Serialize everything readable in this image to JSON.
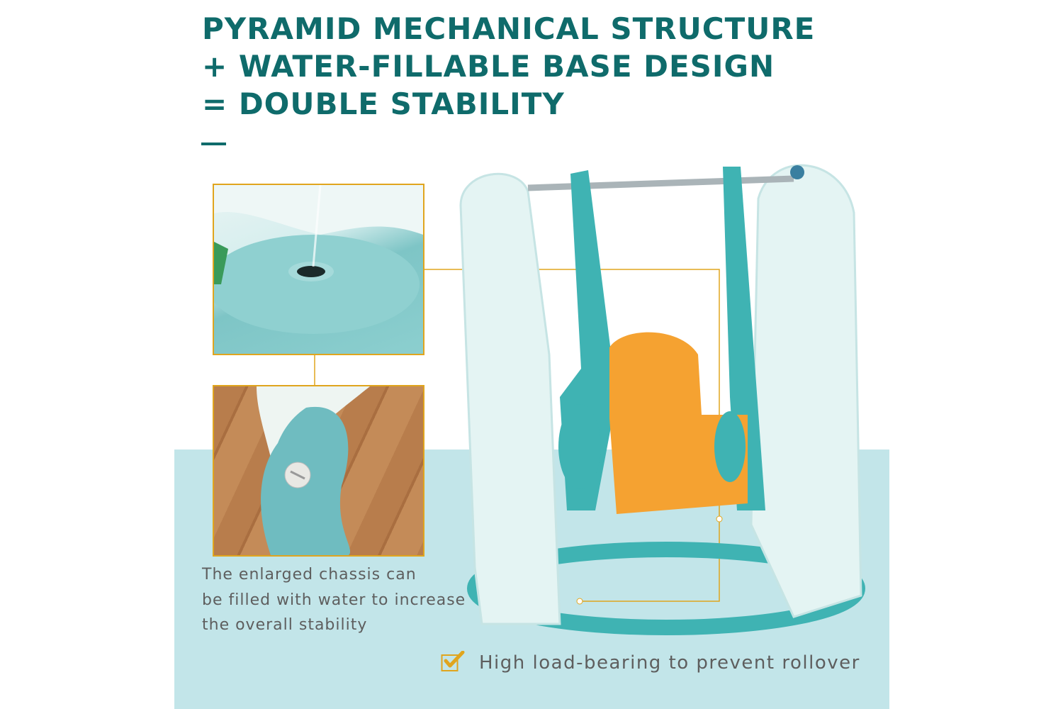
{
  "headline": {
    "lines": [
      "PYRAMID MECHANICAL STRUCTURE",
      "+ WATER-FILLABLE BASE DESIGN",
      "= DOUBLE STABILITY"
    ]
  },
  "caption": {
    "lines": [
      "The enlarged chassis can",
      "be filled with water to increase",
      "the overall stability"
    ]
  },
  "feature": {
    "icon": "checkbox-checked-icon",
    "text": "High load-bearing to prevent rollover"
  },
  "colors": {
    "headline": "#0f6b6b",
    "panel": "#c2e5e9",
    "accent": "#e0a51e",
    "body_text": "#5e5e5e",
    "teal": "#3fb3b3",
    "orange": "#f5a231"
  }
}
